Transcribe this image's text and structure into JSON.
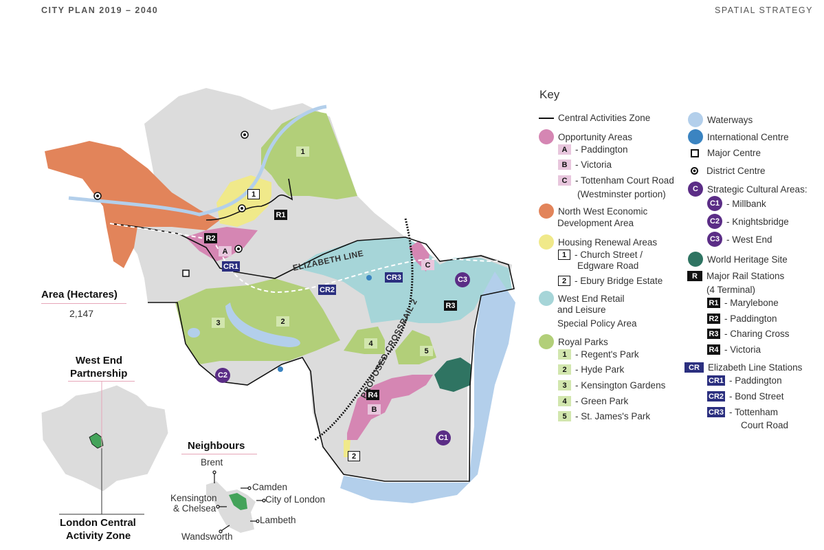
{
  "header": {
    "left": "CITY PLAN 2019 – 2040",
    "right": "SPATIAL STRATEGY"
  },
  "area": {
    "title": "Area (Hectares)",
    "value": "2,147"
  },
  "inset": {
    "top": "West End\nPartnership",
    "bottom_l1": "London Central",
    "bottom_l2": "Activity Zone",
    "top_l1": "West End",
    "top_l2": "Partnership"
  },
  "neighbours": {
    "title": "Neighbours",
    "items": [
      "Brent",
      "Camden",
      "City of London",
      "Kensington",
      "& Chelsea",
      "Lambeth",
      "Wandsworth"
    ]
  },
  "map_labels": {
    "elizabeth_line": "ELIZABETH LINE",
    "crossrail2": "PROPOSED CROSSRAIL 2",
    "A": "A",
    "B": "B",
    "C": "C",
    "H1": "1",
    "H2": "2",
    "P1": "1",
    "P2": "2",
    "P3": "3",
    "P4": "4",
    "P5": "5",
    "R1": "R1",
    "R2": "R2",
    "R3": "R3",
    "R4": "R4",
    "CR1": "CR1",
    "CR2": "CR2",
    "CR3": "CR3",
    "C1": "C1",
    "C2": "C2",
    "C3": "C3"
  },
  "key": {
    "title": "Key",
    "caz": "Central Activities Zone",
    "opp": "Opportunity Areas",
    "opp_items": [
      {
        "code": "A",
        "label": "- Paddington"
      },
      {
        "code": "B",
        "label": "- Victoria"
      },
      {
        "code": "C",
        "label": "- Tottenham Court Road"
      }
    ],
    "opp_c_note": "(Westminster portion)",
    "nw_l1": "North West Economic",
    "nw_l2": "Development Area",
    "housing": "Housing Renewal Areas",
    "housing_items": [
      {
        "code": "1",
        "label": "- Church Street /"
      },
      {
        "code": "2",
        "label": "- Ebury Bridge Estate"
      }
    ],
    "housing_1_note": "Edgware Road",
    "we_l1": "West End Retail",
    "we_l2": "and Leisure",
    "we_l3": "Special Policy Area",
    "parks": "Royal Parks",
    "parks_items": [
      {
        "code": "1",
        "label": "- Regent's Park"
      },
      {
        "code": "2",
        "label": "- Hyde Park"
      },
      {
        "code": "3",
        "label": "- Kensington Gardens"
      },
      {
        "code": "4",
        "label": "- Green Park"
      },
      {
        "code": "5",
        "label": "- St. James's Park"
      }
    ],
    "waterways": "Waterways",
    "intl": "International Centre",
    "major": "Major Centre",
    "district": "District Centre",
    "sca": {
      "code": "C",
      "label": "Strategic Cultural Areas:"
    },
    "sca_items": [
      {
        "code": "C1",
        "label": "- Millbank"
      },
      {
        "code": "C2",
        "label": "- Knightsbridge"
      },
      {
        "code": "C3",
        "label": "- West End"
      }
    ],
    "whs": "World Heritage Site",
    "rail": {
      "code": "R",
      "l1": "Major Rail Stations",
      "l2": "(4 Terminal)"
    },
    "rail_items": [
      {
        "code": "R1",
        "label": "- Marylebone"
      },
      {
        "code": "R2",
        "label": "- Paddington"
      },
      {
        "code": "R3",
        "label": "- Charing Cross"
      },
      {
        "code": "R4",
        "label": "- Victoria"
      }
    ],
    "el": {
      "code": "CR",
      "label": "Elizabeth Line Stations"
    },
    "el_items": [
      {
        "code": "CR1",
        "label": "- Paddington"
      },
      {
        "code": "CR2",
        "label": "- Bond Street"
      },
      {
        "code": "CR3",
        "label": "- Tottenham"
      }
    ],
    "el_3_note": "Court Road"
  },
  "colors": {
    "opp": "#d586b3",
    "nw": "#e2845a",
    "housing": "#f0e98a",
    "we": "#a6d5d8",
    "parks": "#b2cf79",
    "water": "#b3cfeb",
    "intl": "#3b84c1",
    "whs": "#2f7462",
    "sca": "#5b2d86",
    "el": "#2b2f7f",
    "base": "#dcdcdc"
  }
}
